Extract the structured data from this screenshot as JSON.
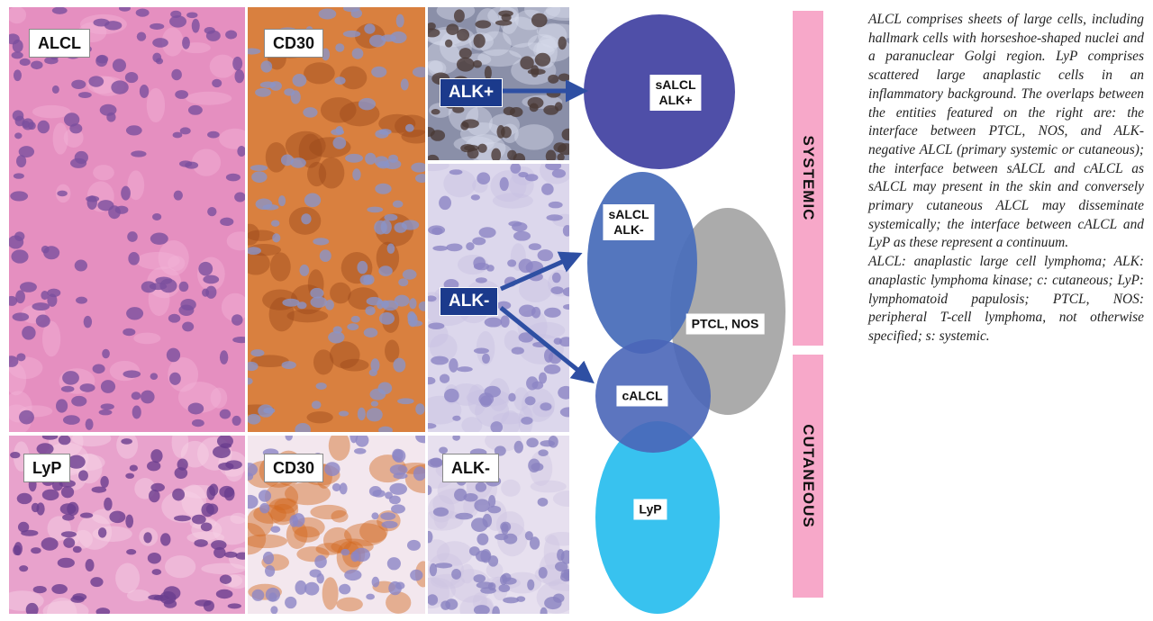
{
  "panels": [
    {
      "id": "alcl-he",
      "label": "ALCL",
      "bg": "#e58fc0",
      "nucleus": "#7a4f9e",
      "accent": "#f2b3d6"
    },
    {
      "id": "alcl-cd30",
      "label": "CD30",
      "bg": "#d9803f",
      "nucleus": "#8a94c8",
      "accent": "#9c4a1a"
    },
    {
      "id": "alk-pos",
      "label": "",
      "bg": "#8a8fa8",
      "nucleus": "#4a3a36",
      "accent": "#d8dcec"
    },
    {
      "id": "alk-neg-sys",
      "label": "",
      "bg": "#dcd7ec",
      "nucleus": "#8c84c4",
      "accent": "#c7c0e2"
    },
    {
      "id": "lyp-he",
      "label": "LyP",
      "bg": "#e8a2cc",
      "nucleus": "#6a3d8e",
      "accent": "#f6d2e6"
    },
    {
      "id": "lyp-cd30",
      "label": "CD30",
      "bg": "#f3e7ee",
      "nucleus": "#8c86c6",
      "accent": "#d3691f"
    },
    {
      "id": "lyp-alk",
      "label": "ALK-",
      "bg": "#e7e0ef",
      "nucleus": "#8a82c0",
      "accent": "#cfc6e3"
    }
  ],
  "arrow_labels": {
    "alk_pos": "ALK+",
    "alk_neg": "ALK-"
  },
  "circles": {
    "salcl_pos": {
      "label": "sALCL\nALK+",
      "color": "#4f4fa8"
    },
    "salcl_neg": {
      "label": "sALCL\nALK-",
      "color": "#4b6fbb"
    },
    "ptcl": {
      "label": "PTCL, NOS",
      "color": "#a7a7a7"
    },
    "calcl": {
      "label": "cALCL",
      "color": "#4a66b8"
    },
    "lyp": {
      "label": "LyP",
      "color": "#38c2ef"
    }
  },
  "bands": {
    "systemic": "SYSTEMIC",
    "cutaneous": "CUTANEOUS",
    "color": "#f7a8c9"
  },
  "arrow_color": "#2e4fa3",
  "caption": {
    "paragraph1": "ALCL comprises sheets of large cells, including hallmark cells with horseshoe-shaped nuclei and a paranuclear Golgi region. LyP comprises scattered large anaplastic cells in an inflammatory background. The overlaps between the entities featured on the right are: the interface between PTCL, NOS, and ALK-negative ALCL (primary systemic or cutaneous); the interface between sALCL and cALCL as sALCL may present in the skin and conversely primary cutaneous ALCL may disseminate systemically; the interface between cALCL and LyP as these represent a continuum.",
    "paragraph2": "ALCL: anaplastic large cell lymphoma; ALK: anaplastic lymphoma kinase; c: cutaneous; LyP: lymphomatoid papulosis; PTCL, NOS: peripheral T-cell lymphoma, not otherwise specified; s: systemic."
  }
}
